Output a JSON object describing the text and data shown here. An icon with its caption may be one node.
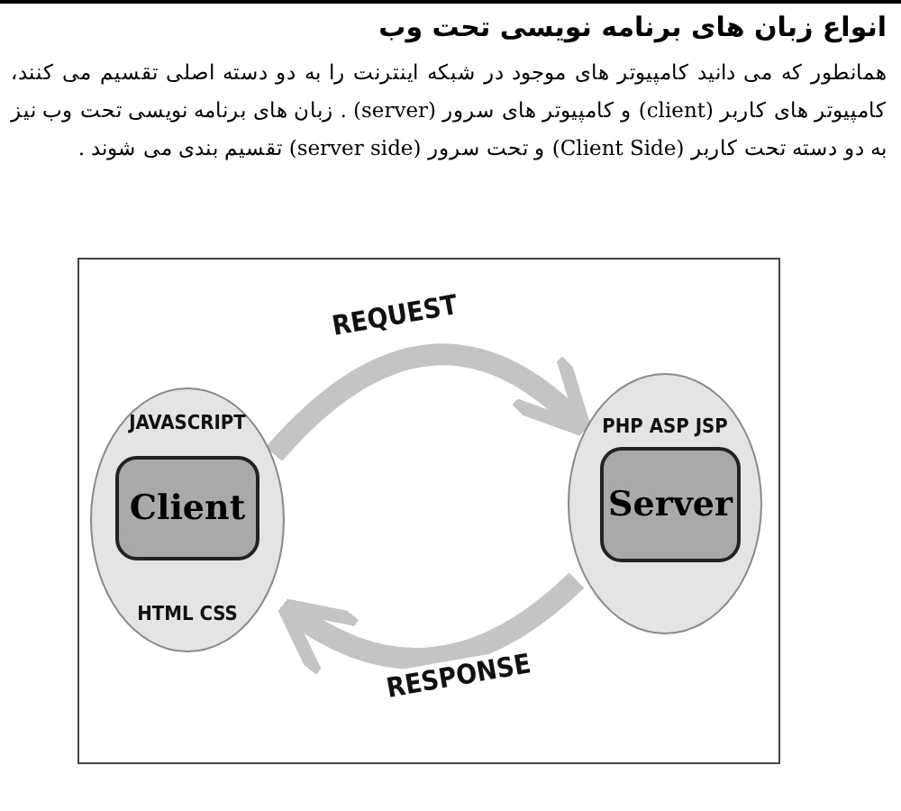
{
  "diagram": {
    "title": "انواع زبان های برنامه نویسی تحت وب",
    "nodes": [
      {
        "text": [
          "JAVASCRIPT",
          "HTML CSS"
        ]
      },
      {
        "text": [
          "Client"
        ],
        "in": 0
      },
      {
        "text": [
          "PHP ASP JSP"
        ]
      },
      {
        "text": [
          "Server"
        ],
        "in": 2
      }
    ],
    "edges": [
      {
        "from": 0,
        "to": 2,
        "arrow": "to",
        "label": "REQUEST"
      },
      {
        "from": 2,
        "to": 0,
        "arrow": "to",
        "label": "RESPONSE"
      }
    ],
    "labels": [
      "همانطور که می دانید کامپیوتر های موجود در شبکه اینترنت را به دو دسته اصلی تقسیم می کنند، کامپیوتر های کاربر (client) و کامپیوتر های سرور (server) . زبان های برنامه نویسی تحت وب نیز به دو دسته تحت کاربر (Client Side) و تحت سرور (server side) تقسیم بندی می شوند ."
    ]
  }
}
